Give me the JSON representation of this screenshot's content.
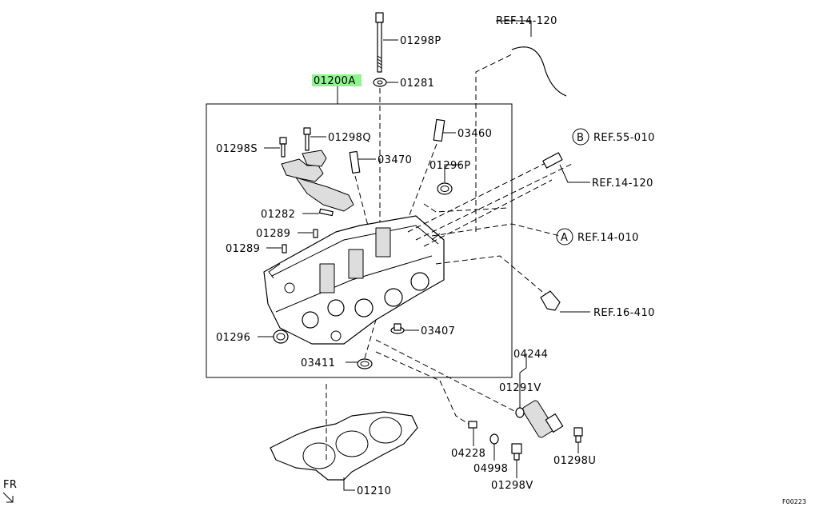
{
  "diagram": {
    "main_part": "01200A",
    "callouts": {
      "p01298P": "01298P",
      "p01281": "01281",
      "p01298Q": "01298Q",
      "p01298S": "01298S",
      "p03470": "03470",
      "p03460": "03460",
      "p01296P": "01296P",
      "p01282": "01282",
      "p01289a": "01289",
      "p01289b": "01289",
      "p01296": "01296",
      "p03411": "03411",
      "p03407": "03407",
      "p04244": "04244",
      "p01291V": "01291V",
      "p04228": "04228",
      "p04998": "04998",
      "p01298V": "01298V",
      "p01298U": "01298U",
      "p01210": "01210"
    },
    "refs": {
      "ref14_120_top": "REF.14-120",
      "ref55_010": "REF.55-010",
      "ref14_120_mid": "REF.14-120",
      "ref14_010": "REF.14-010",
      "ref16_410": "REF.16-410"
    },
    "ref_letters": {
      "b": "B",
      "a": "A"
    },
    "fr_label": "FR",
    "figure_code": "F00223",
    "highlight_color": "#8ef58e"
  }
}
